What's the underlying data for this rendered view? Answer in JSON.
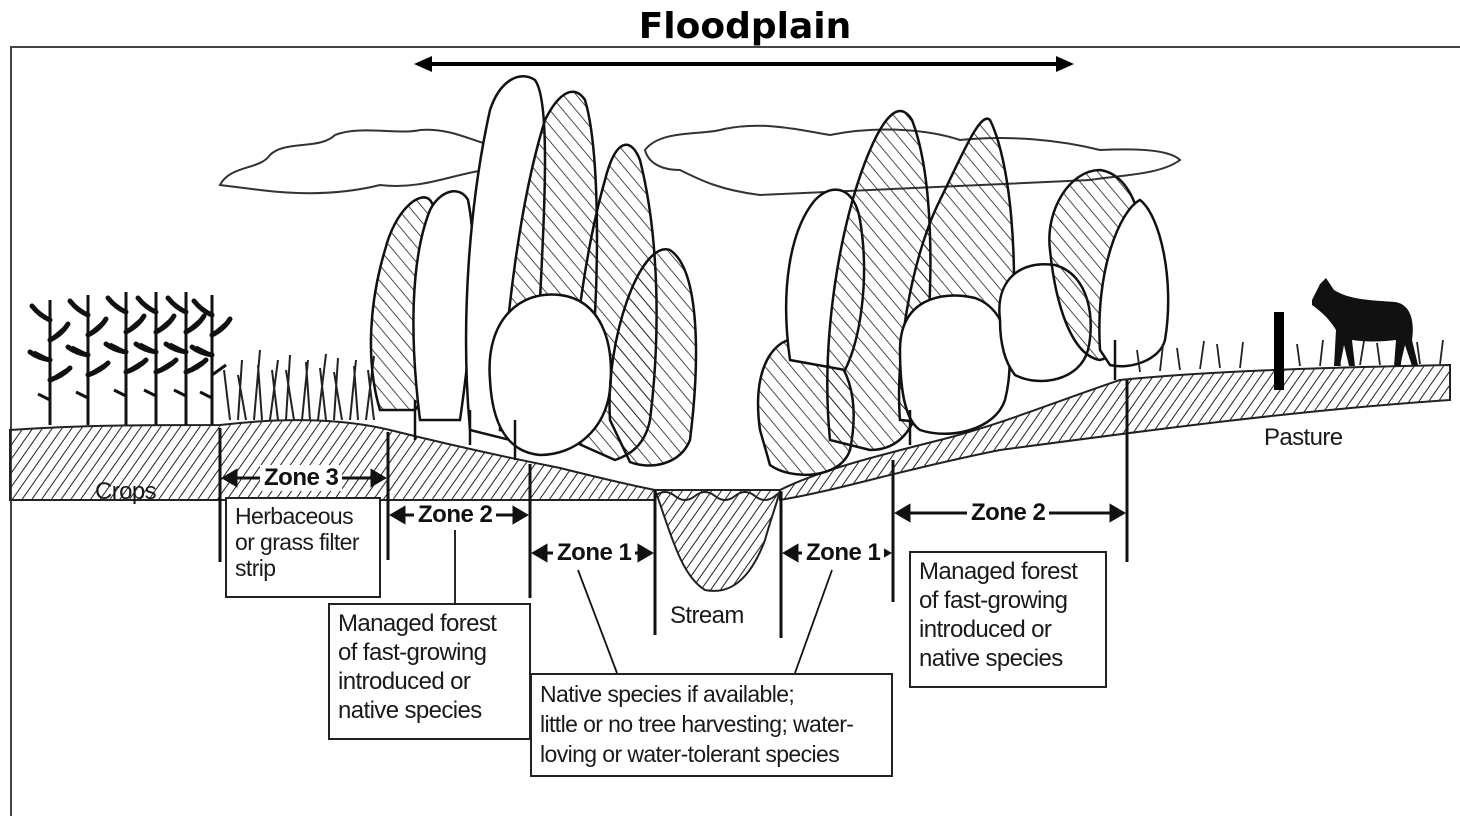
{
  "title": "Floodplain",
  "labels": {
    "crops": "Crops",
    "pasture": "Pasture",
    "stream": "Stream"
  },
  "zones": {
    "zone3": "Zone 3",
    "zone2_left": "Zone 2",
    "zone1_left": "Zone 1",
    "zone1_right": "Zone 1",
    "zone2_right": "Zone 2"
  },
  "boxes": {
    "zone3_desc": [
      "Herbaceous",
      "or grass filter",
      "strip"
    ],
    "zone2_left_desc": [
      "Managed forest",
      "of fast-growing",
      "introduced or",
      "native species"
    ],
    "zone1_desc": [
      "Native species if available;",
      "little or no tree harvesting; water-",
      "loving or water-tolerant species"
    ],
    "zone2_right_desc": [
      "Managed forest",
      "of fast-growing",
      "introduced or",
      "native species"
    ]
  },
  "colors": {
    "ink": "#1a1a1a",
    "background": "#ffffff"
  }
}
